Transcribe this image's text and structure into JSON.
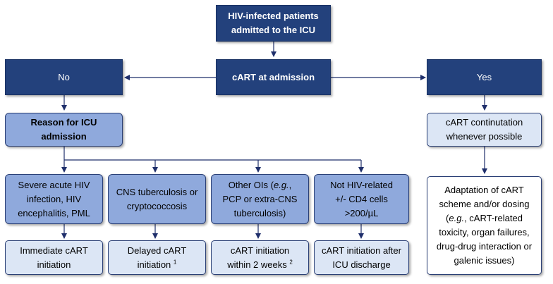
{
  "nodes": {
    "top": {
      "line1": "HIV-infected  patients",
      "line2": "admitted to the ICU"
    },
    "cart_admission": {
      "label": "cART at admission"
    },
    "no": {
      "label": "No"
    },
    "yes": {
      "label": "Yes"
    },
    "reason": {
      "line1": "Reason for ICU",
      "line2": "admission"
    },
    "continuation": {
      "line1": "cART continutation",
      "line2": "whenever possible"
    },
    "severe_hiv": {
      "line1": "Severe acute HIV",
      "line2": "infection, HIV",
      "line3": "encephalitis, PML"
    },
    "cns_tb": {
      "line1": "CNS tuberculosis or",
      "line2": "cryptococcosis"
    },
    "other_ois": {
      "line1_pre": "Other OIs (",
      "line1_em": "e.g.",
      "line1_post": ",",
      "line2": "PCP or extra-CNS",
      "line3": "tuberculosis)"
    },
    "not_hiv": {
      "line1": "Not HIV-related",
      "line2": "+/- CD4 cells",
      "line3": ">200/µL"
    },
    "immediate": {
      "line1": "Immediate  cART",
      "line2": "initiation"
    },
    "delayed": {
      "line1": "Delayed cART",
      "line2": "initiation",
      "sup": "1"
    },
    "within2": {
      "line1": "cART initiation",
      "line2": "within 2 weeks",
      "sup": "2"
    },
    "after_icu": {
      "line1": "cART initiation after",
      "line2": "ICU discharge"
    },
    "adaptation": {
      "line1": "Adaptation of cART",
      "line2": "scheme and/or dosing",
      "line3_pre": "(",
      "line3_em": "e.g.",
      "line3_post": ", cART-related",
      "line4": "toxicity, organ failures,",
      "line5": "drug-drug  interaction or",
      "line6": "galenic issues)"
    }
  },
  "colors": {
    "dark": "#23417c",
    "mid": "#8fa9dc",
    "light": "#dce6f5",
    "line": "#1f2f6b"
  }
}
